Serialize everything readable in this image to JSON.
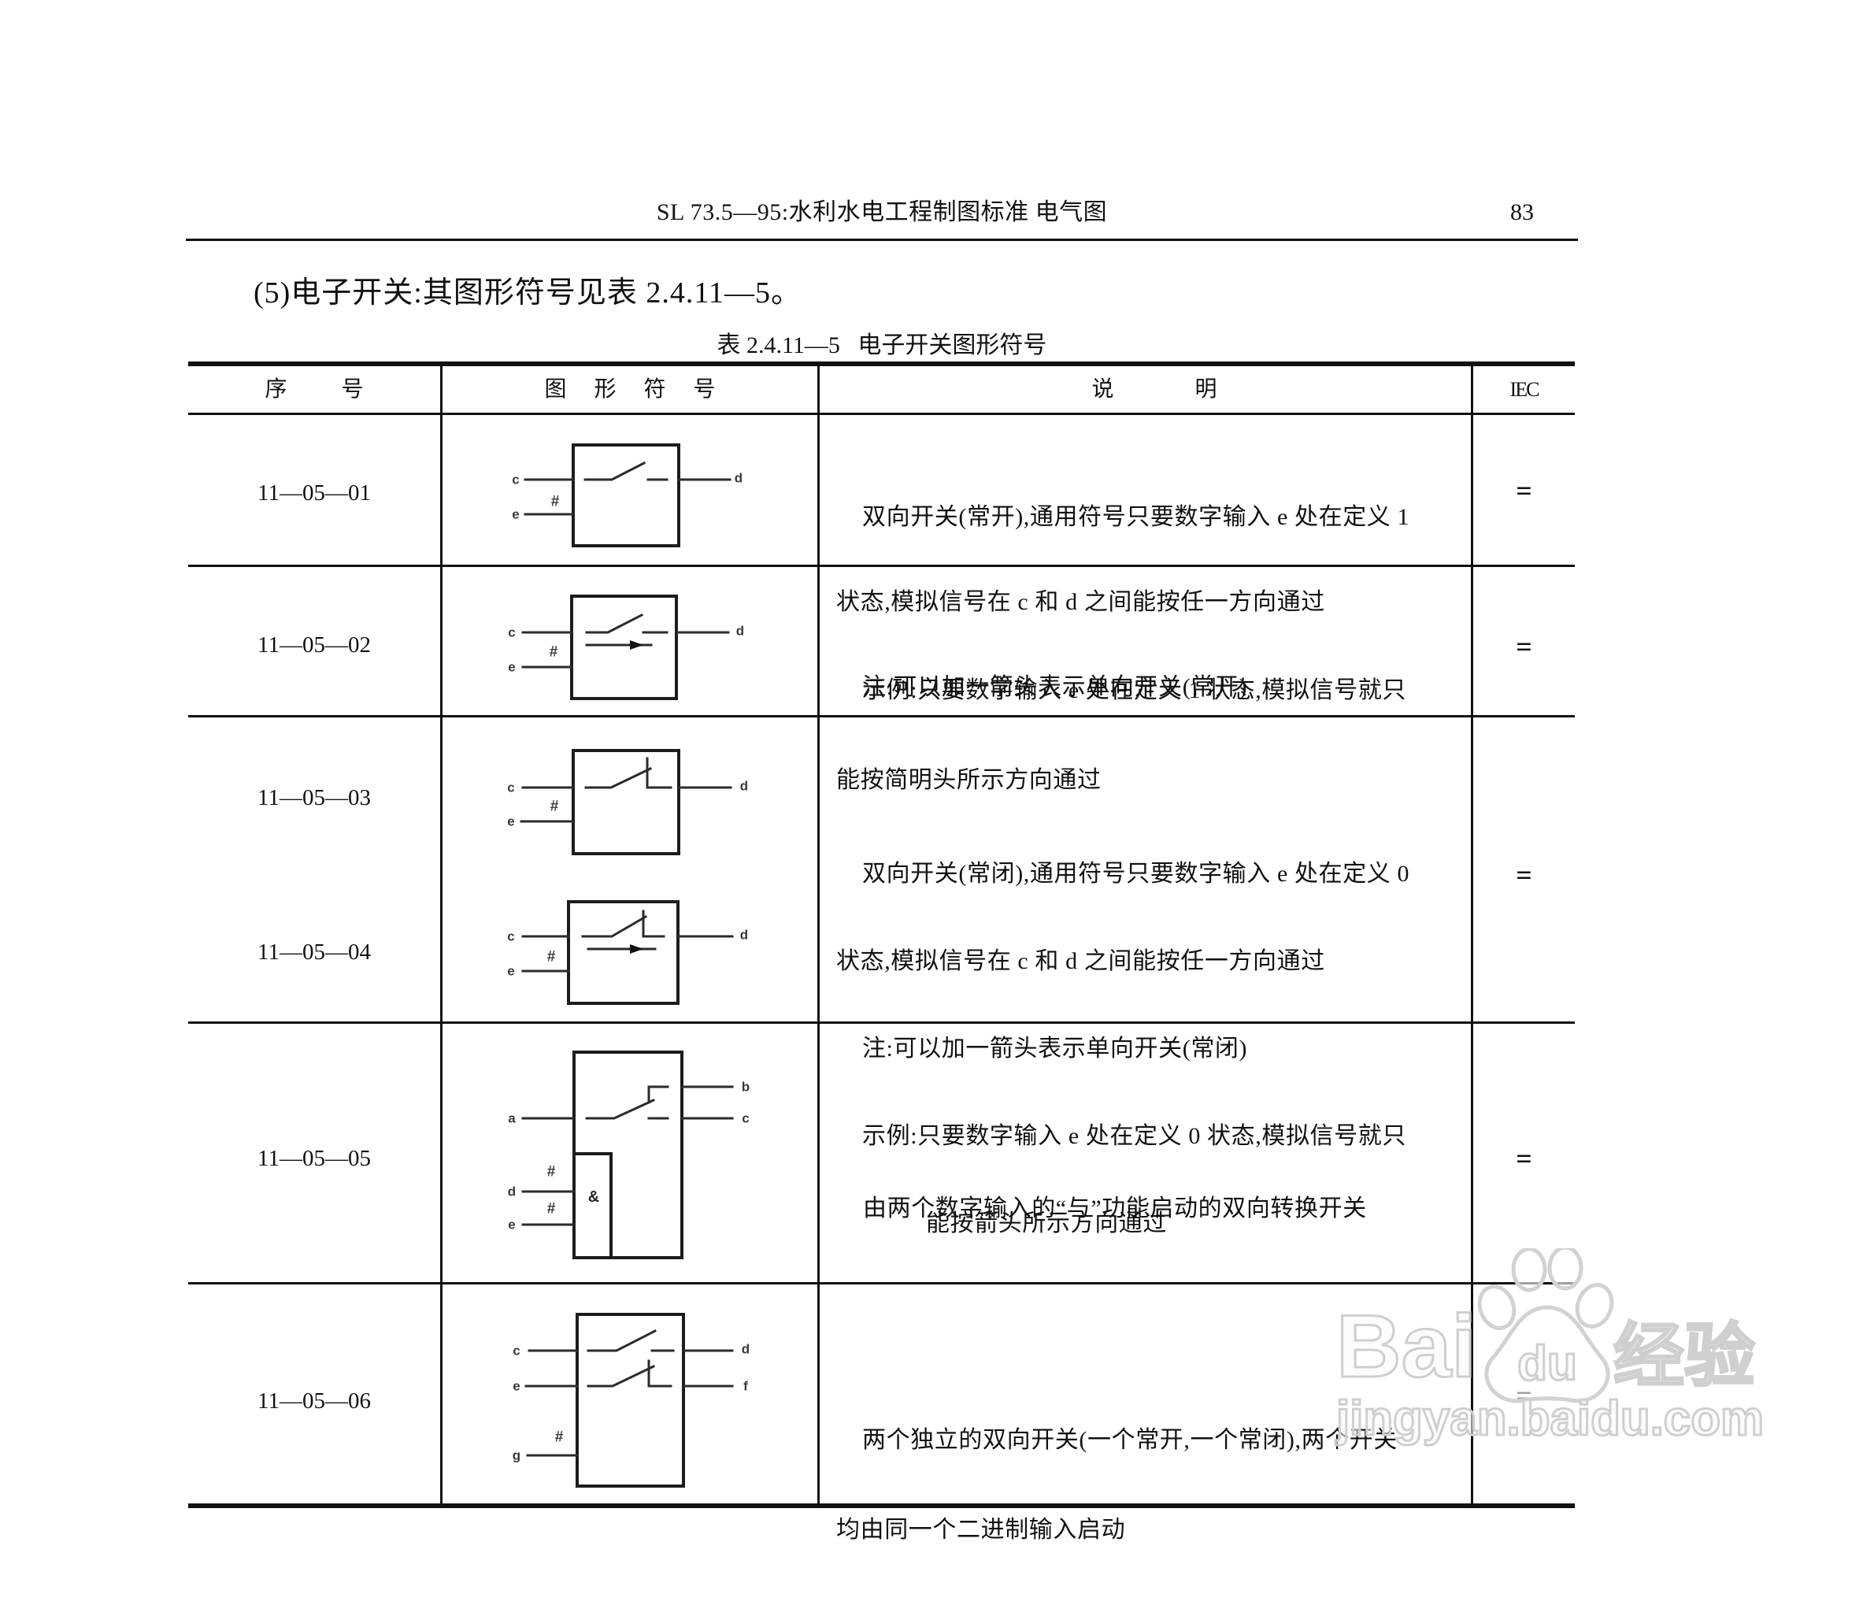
{
  "page": {
    "running_header": "SL 73.5—95:水利水电工程制图标准 电气图",
    "page_number": "83",
    "intro": "(5)电子开关:其图形符号见表 2.4.11—5。",
    "table_caption": "表 2.4.11—5   电子开关图形符号"
  },
  "table": {
    "headers": [
      "序 号",
      "图 形 符 号",
      "说 明",
      "IEC"
    ],
    "rows": [
      {
        "serials": [
          "11—05—01"
        ],
        "description": [
          "双向开关(常开),通用符号只要数字输入 e 处在定义 1",
          "状态,模拟信号在 c 和 d 之间能按任一方向通过",
          "注:可以加一箭头表示单向开关(常开)"
        ],
        "iec": "="
      },
      {
        "serials": [
          "11—05—02"
        ],
        "description": [
          "示例:只要数字输入 e 处在定义 1 状态,模拟信号就只",
          "能按简明头所示方向通过"
        ],
        "iec": "="
      },
      {
        "serials": [
          "11—05—03",
          "11—05—04"
        ],
        "description": [
          "双向开关(常闭),通用符号只要数字输入 e 处在定义 0",
          "状态,模拟信号在 c 和 d 之间能按任一方向通过",
          "注:可以加一箭头表示单向开关(常闭)",
          "示例:只要数字输入 e 处在定义 0 状态,模拟信号就只",
          "能按箭头所示方向通过"
        ],
        "iec": "="
      },
      {
        "serials": [
          "11—05—05"
        ],
        "description": [
          "由两个数字输入的“与”功能启动的双向转换开关"
        ],
        "iec": "="
      },
      {
        "serials": [
          "11—05—06"
        ],
        "description": [
          "两个独立的双向开关(一个常开,一个常闭),两个开关",
          "均由同一个二进制输入启动"
        ],
        "iec": "="
      }
    ]
  },
  "symbols": [
    {
      "id": "11-05-01",
      "type": "bidirectional-switch-normally-open",
      "labels": {
        "in_c": "c",
        "in_e": "e",
        "digital": "#",
        "out_d": "d"
      }
    },
    {
      "id": "11-05-02",
      "type": "unidirectional-switch-normally-open",
      "labels": {
        "in_c": "c",
        "in_e": "e",
        "digital": "#",
        "out_d": "d"
      }
    },
    {
      "id": "11-05-03",
      "type": "bidirectional-switch-normally-closed",
      "labels": {
        "in_c": "c",
        "in_e": "e",
        "digital": "#",
        "out_d": "d"
      }
    },
    {
      "id": "11-05-04",
      "type": "unidirectional-switch-normally-closed",
      "labels": {
        "in_c": "c",
        "in_e": "e",
        "digital": "#",
        "out_d": "d"
      }
    },
    {
      "id": "11-05-05",
      "type": "and-activated-changeover-switch",
      "labels": {
        "in_a": "a",
        "out_b": "b",
        "out_c": "c",
        "in_d": "d",
        "in_e": "e",
        "digital_1": "#",
        "digital_2": "#",
        "and": "&"
      }
    },
    {
      "id": "11-05-06",
      "type": "dual-independent-switches",
      "labels": {
        "in_c": "c",
        "in_e": "e",
        "in_g": "g",
        "digital": "#",
        "out_d": "d",
        "out_f": "f"
      }
    }
  ],
  "watermark": {
    "brand_left": "Bai",
    "brand_paw": "du",
    "brand_right": "经验",
    "url": "jingyan.baidu.com",
    "color": "#cfcfcf"
  }
}
